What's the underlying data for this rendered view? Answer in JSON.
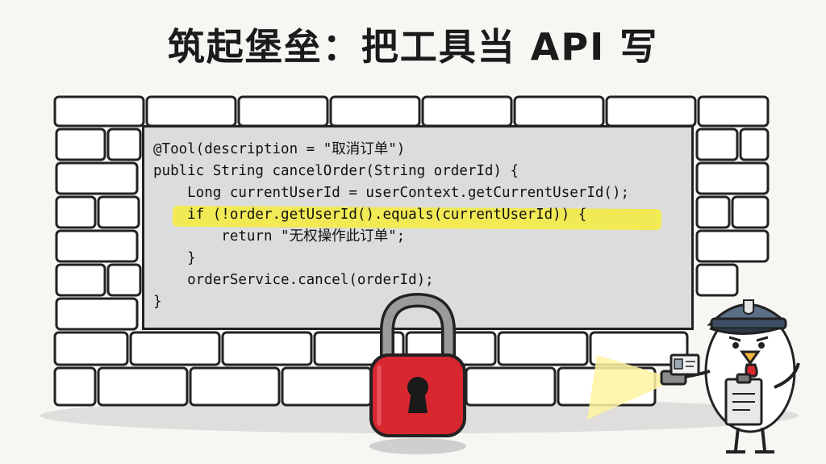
{
  "title": "筑起堡垒：把工具当 API 写",
  "code_lines": [
    "@Tool(description = \"取消订单\")",
    "public String cancelOrder(String orderId) {",
    "    Long currentUserId = userContext.getCurrentUserId();",
    "    if (!order.getUserId().equals(currentUserId)) {",
    "        return \"无权操作此订单\";",
    "    }",
    "    orderService.cancel(orderId);",
    "}"
  ],
  "highlight_line_index": 3,
  "colors": {
    "brick_fill": "#ffffff",
    "brick_stroke": "#222222",
    "board": "#dcdcdc",
    "highlight": "#f4ec3d",
    "lock_red": "#d8272f",
    "lock_shackle": "#8d8d8d",
    "flashlight_beam": "#fff7a8"
  },
  "icons": {
    "padlock": "padlock-icon",
    "guard": "chicken-security-guard",
    "badge": "id-badge-icon",
    "flashlight": "flashlight-icon",
    "clipboard": "clipboard-icon"
  }
}
